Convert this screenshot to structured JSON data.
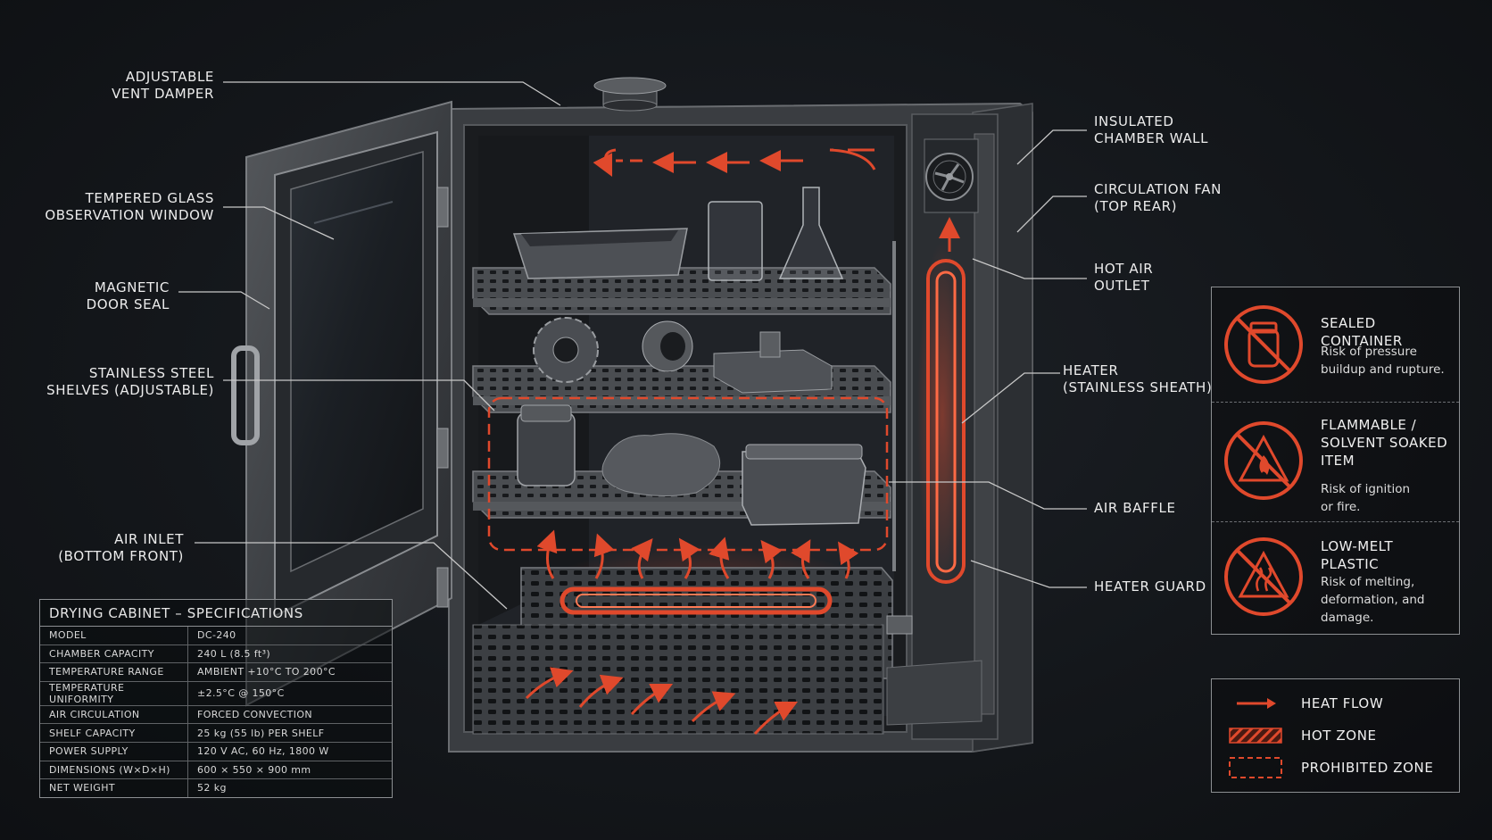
{
  "colors": {
    "background": "#15181c",
    "accent": "#e0492c",
    "text": "#ececec",
    "border": "#8c8f92"
  },
  "callouts": {
    "vent_damper": "ADJUSTABLE\nVENT DAMPER",
    "glass_window": "TEMPERED GLASS\nOBSERVATION WINDOW",
    "door_seal": "MAGNETIC\nDOOR SEAL",
    "shelves": "STAINLESS STEEL\nSHELVES (ADJUSTABLE)",
    "air_inlet": "AIR INLET\n(BOTTOM FRONT)",
    "chamber_wall": "INSULATED\nCHAMBER WALL",
    "circulation_fan": "CIRCULATION FAN\n(TOP REAR)",
    "hot_air_outlet": "HOT AIR\nOUTLET",
    "heater": "HEATER\n(STAINLESS SHEATH)",
    "air_baffle": "AIR BAFFLE",
    "heater_guard": "HEATER GUARD"
  },
  "specs": {
    "title": "DRYING CABINET – SPECIFICATIONS",
    "rows": [
      {
        "label": "MODEL",
        "value": "DC-240"
      },
      {
        "label": "CHAMBER CAPACITY",
        "value": "240 L (8.5 ft³)"
      },
      {
        "label": "TEMPERATURE RANGE",
        "value": "AMBIENT +10°C TO 200°C"
      },
      {
        "label": "TEMPERATURE UNIFORMITY",
        "value": "±2.5°C @ 150°C"
      },
      {
        "label": "AIR CIRCULATION",
        "value": "FORCED CONVECTION"
      },
      {
        "label": "SHELF CAPACITY",
        "value": "25 kg (55 lb) PER SHELF"
      },
      {
        "label": "POWER SUPPLY",
        "value": "120 V AC, 60 Hz, 1800 W"
      },
      {
        "label": "DIMENSIONS (W×D×H)",
        "value": "600 × 550 × 900 mm"
      },
      {
        "label": "NET WEIGHT",
        "value": "52 kg"
      }
    ]
  },
  "warnings": [
    {
      "icon": "sealed-jar-prohibited-icon",
      "title": "SEALED CONTAINER",
      "desc": "Risk of pressure\nbuildup and rupture."
    },
    {
      "icon": "flammable-prohibited-icon",
      "title": "FLAMMABLE /\nSOLVENT SOAKED\nITEM",
      "desc": "Risk of ignition\nor fire."
    },
    {
      "icon": "melting-plastic-prohibited-icon",
      "title": "LOW-MELT\nPLASTIC",
      "desc": "Risk of melting,\ndeformation, and\ndamage."
    }
  ],
  "legend": [
    {
      "symbol": "heat-flow-arrow-icon",
      "label": "HEAT FLOW"
    },
    {
      "symbol": "hot-zone-hatch-icon",
      "label": "HOT ZONE"
    },
    {
      "symbol": "prohibited-zone-dashed-icon",
      "label": "PROHIBITED ZONE"
    }
  ]
}
